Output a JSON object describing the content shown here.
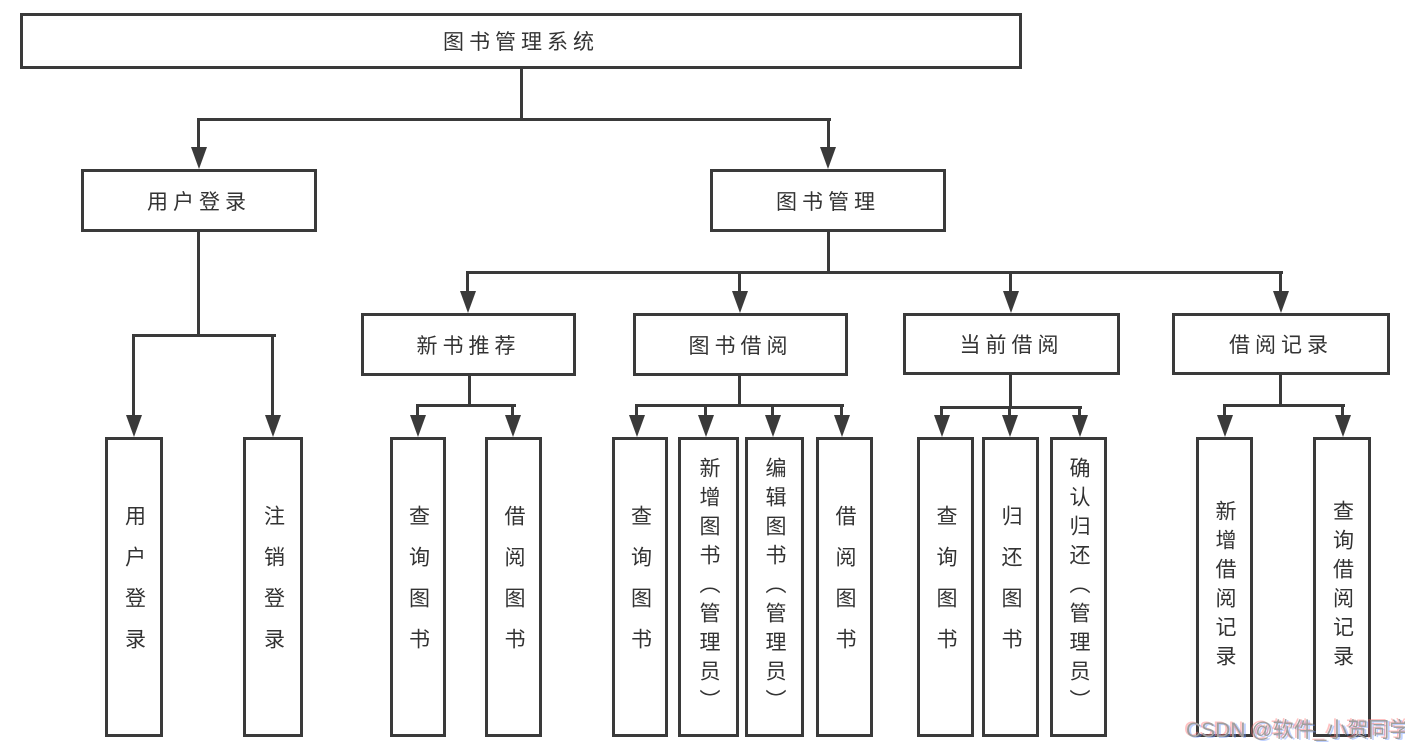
{
  "diagram_title": "图书管理系统",
  "tree": {
    "label": "图书管理系统",
    "children": [
      {
        "label": "用户登录",
        "children": [
          {
            "label": "用户登录"
          },
          {
            "label": "注销登录"
          }
        ]
      },
      {
        "label": "图书管理",
        "children": [
          {
            "label": "新书推荐",
            "children": [
              {
                "label": "查询图书"
              },
              {
                "label": "借阅图书"
              }
            ]
          },
          {
            "label": "图书借阅",
            "children": [
              {
                "label": "查询图书"
              },
              {
                "label": "新增图书（管理员）"
              },
              {
                "label": "编辑图书（管理员）"
              },
              {
                "label": "借阅图书"
              }
            ]
          },
          {
            "label": "当前借阅",
            "children": [
              {
                "label": "查询图书"
              },
              {
                "label": "归还图书"
              },
              {
                "label": "确认归还（管理员）"
              }
            ]
          },
          {
            "label": "借阅记录",
            "children": [
              {
                "label": "新增借阅记录"
              },
              {
                "label": "查询借阅记录"
              }
            ]
          }
        ]
      }
    ]
  },
  "watermark": {
    "text": "CSDN @软件_小贺同学"
  },
  "colors": {
    "line": "#3a3a3a",
    "box_border": "#3a3a3a",
    "text": "#333333",
    "watermark": "#9e9e9e",
    "background": "#ffffff"
  }
}
